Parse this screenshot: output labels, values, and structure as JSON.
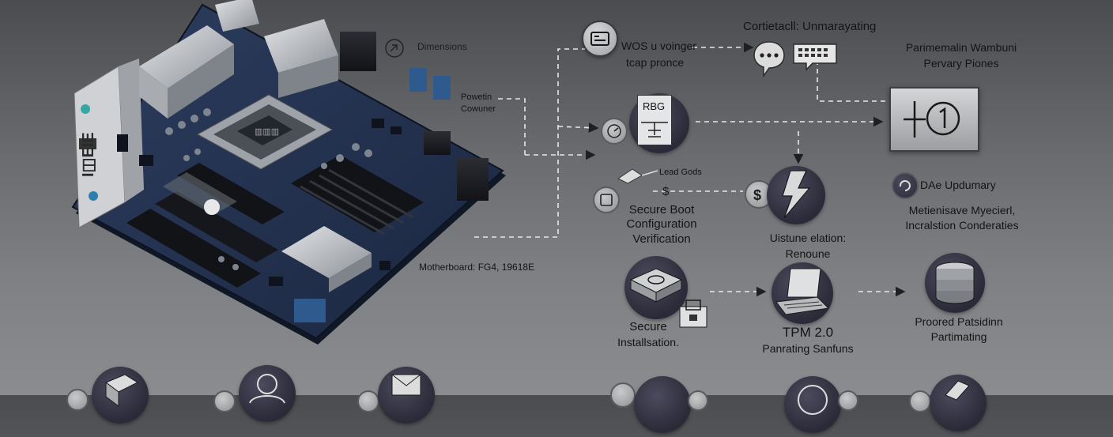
{
  "board": {
    "io_text": "I◫EIE",
    "chip_label": "▥▥▥"
  },
  "labels": {
    "dimensions": "Dimensions",
    "power_connector_1": "Powetin",
    "power_connector_2": "Cowuner",
    "motherboard_model": "Motherboard: FG4, 19618E",
    "wos_voltage_1": "WOS u voinger",
    "wos_voltage_2": "tcap pronce",
    "top_title": "Cortietacll: Unmarayating",
    "perf_title_1": "Parimemalin Wambuni",
    "perf_title_2": "Pervary Piones",
    "rbg_label": "RBG",
    "load_code": "Lead Gods",
    "secure_boot_1": "Secure Boot",
    "secure_boot_2": "Configuration",
    "secure_boot_3": "Verification",
    "uistune_1": "Uistune elation:",
    "uistune_2": "Renoune",
    "da_update": "DAe Updumary",
    "mechanism_1": "Metienisave Myecierl,",
    "mechanism_2": "Incralstion Conderaties",
    "secure_install_1": "Secure",
    "secure_install_2": "Installsation.",
    "tpm_1": "TPM 2.0",
    "tpm_2": "Panrating Sanfuns",
    "proored_1": "Proored Patsidinn",
    "proored_2": "Partimating"
  },
  "icons": {
    "accent": "#2c2c3a",
    "lightning": "#1a1a1a",
    "board_blue": "#23324f",
    "board_highlight": "#3a5a8c"
  }
}
